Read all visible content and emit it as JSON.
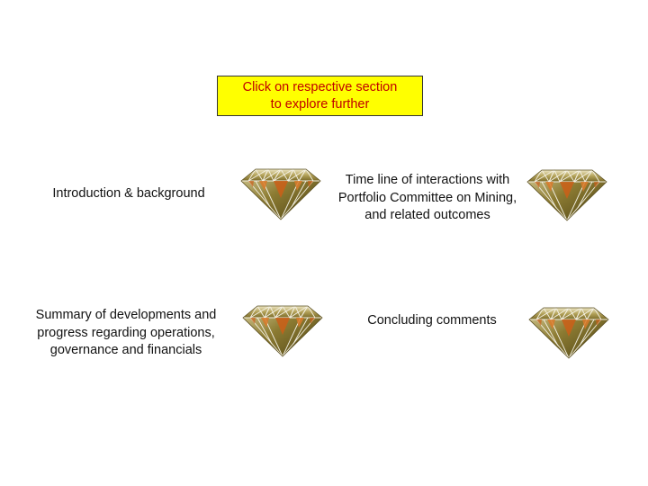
{
  "banner": {
    "line1": "Click on respective section",
    "line2": "to explore further"
  },
  "sections": [
    {
      "label": "Introduction & background",
      "icon": "diamond-icon"
    },
    {
      "label": "Time line of interactions with Portfolio Committee on Mining, and related outcomes",
      "icon": "diamond-icon"
    },
    {
      "label": "Summary of developments and progress regarding operations, governance and financials",
      "icon": "diamond-icon"
    },
    {
      "label": "Concluding comments",
      "icon": "diamond-icon"
    }
  ],
  "colors": {
    "banner_bg": "#ffff00",
    "banner_text": "#c00000",
    "gem_gold": "#8a7a30",
    "gem_light": "#e8e0b8",
    "gem_orange": "#c8601a"
  }
}
